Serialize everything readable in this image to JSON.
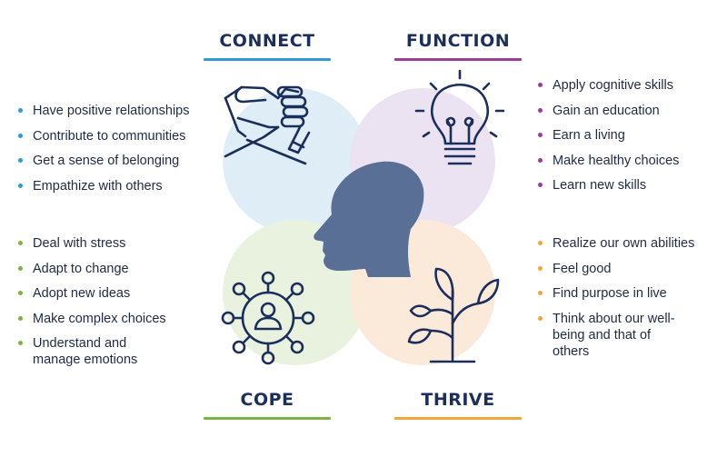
{
  "colors": {
    "connect": "#2f9ad6",
    "function": "#9b3c98",
    "cope": "#7cb342",
    "thrive": "#f2a63a",
    "icon": "#1b2e5c",
    "head": "#5a6f96",
    "circle_connect": "#deedf6",
    "circle_function": "#ebe3f1",
    "circle_cope": "#e8f2df",
    "circle_thrive": "#fbe9da"
  },
  "connect": {
    "title": "CONNECT",
    "icon": "handshake-icon",
    "items": [
      "Have positive relationships",
      "Contribute to communities",
      "Get a sense of belonging",
      "Empathize with others"
    ]
  },
  "function": {
    "title": "FUNCTION",
    "icon": "lightbulb-icon",
    "items": [
      "Apply cognitive skills",
      "Gain an education",
      "Earn a living",
      "Make healthy choices",
      "Learn new skills"
    ]
  },
  "cope": {
    "title": "COPE",
    "icon": "network-person-icon",
    "items": [
      "Deal with stress",
      "Adapt to change",
      "Adopt new ideas",
      "Make complex choices",
      "Understand and manage emotions"
    ]
  },
  "thrive": {
    "title": "THRIVE",
    "icon": "plant-sprout-icon",
    "items": [
      "Realize our own abilities",
      "Feel good",
      "Find purpose in live",
      "Think about our well-being and that of others"
    ]
  }
}
